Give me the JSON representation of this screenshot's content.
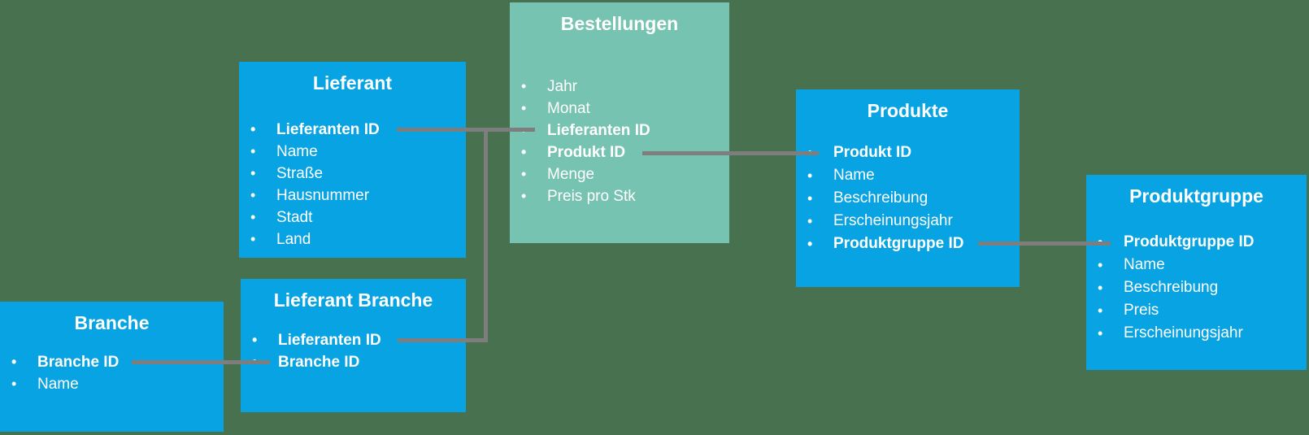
{
  "colors": {
    "background": "#48714f",
    "entity_blue": "#08a3e2",
    "entity_teal": "#77c3b1",
    "connector_gray": "#7e7e7e",
    "text_white": "#ffffff"
  },
  "entities": [
    {
      "id": "branche",
      "title": "Branche",
      "fields": [
        {
          "label": "Branche ID",
          "key": true
        },
        {
          "label": "Name",
          "key": false
        }
      ]
    },
    {
      "id": "lieferant",
      "title": "Lieferant",
      "fields": [
        {
          "label": "Lieferanten ID",
          "key": true
        },
        {
          "label": "Name",
          "key": false
        },
        {
          "label": "Straße",
          "key": false
        },
        {
          "label": "Hausnummer",
          "key": false
        },
        {
          "label": "Stadt",
          "key": false
        },
        {
          "label": "Land",
          "key": false
        }
      ]
    },
    {
      "id": "lieferant-branche",
      "title": "Lieferant Branche",
      "fields": [
        {
          "label": "Lieferanten ID",
          "key": true
        },
        {
          "label": "Branche ID",
          "key": true
        }
      ]
    },
    {
      "id": "bestellungen",
      "title": "Bestellungen",
      "fields": [
        {
          "label": "Jahr",
          "key": false
        },
        {
          "label": "Monat",
          "key": false
        },
        {
          "label": "Lieferanten ID",
          "key": true
        },
        {
          "label": "Produkt ID",
          "key": true
        },
        {
          "label": "Menge",
          "key": false
        },
        {
          "label": "Preis pro Stk",
          "key": false
        }
      ]
    },
    {
      "id": "produkte",
      "title": "Produkte",
      "fields": [
        {
          "label": "Produkt ID",
          "key": true
        },
        {
          "label": "Name",
          "key": false
        },
        {
          "label": "Beschreibung",
          "key": false
        },
        {
          "label": "Erscheinungsjahr",
          "key": false
        },
        {
          "label": "Produktgruppe ID",
          "key": true
        }
      ]
    },
    {
      "id": "produktgruppe",
      "title": "Produktgruppe",
      "fields": [
        {
          "label": "Produktgruppe ID",
          "key": true
        },
        {
          "label": "Name",
          "key": false
        },
        {
          "label": "Beschreibung",
          "key": false
        },
        {
          "label": "Preis",
          "key": false
        },
        {
          "label": "Erscheinungsjahr",
          "key": false
        }
      ]
    }
  ],
  "relationships": [
    {
      "from": "Branche.Branche ID",
      "to": "Lieferant Branche.Branche ID"
    },
    {
      "from": "Lieferant.Lieferanten ID",
      "to": "Bestellungen.Lieferanten ID"
    },
    {
      "from": "Lieferant.Lieferanten ID",
      "to": "Lieferant Branche.Lieferanten ID"
    },
    {
      "from": "Bestellungen.Produkt ID",
      "to": "Produkte.Produkt ID"
    },
    {
      "from": "Produkte.Produktgruppe ID",
      "to": "Produktgruppe.Produktgruppe ID"
    }
  ]
}
